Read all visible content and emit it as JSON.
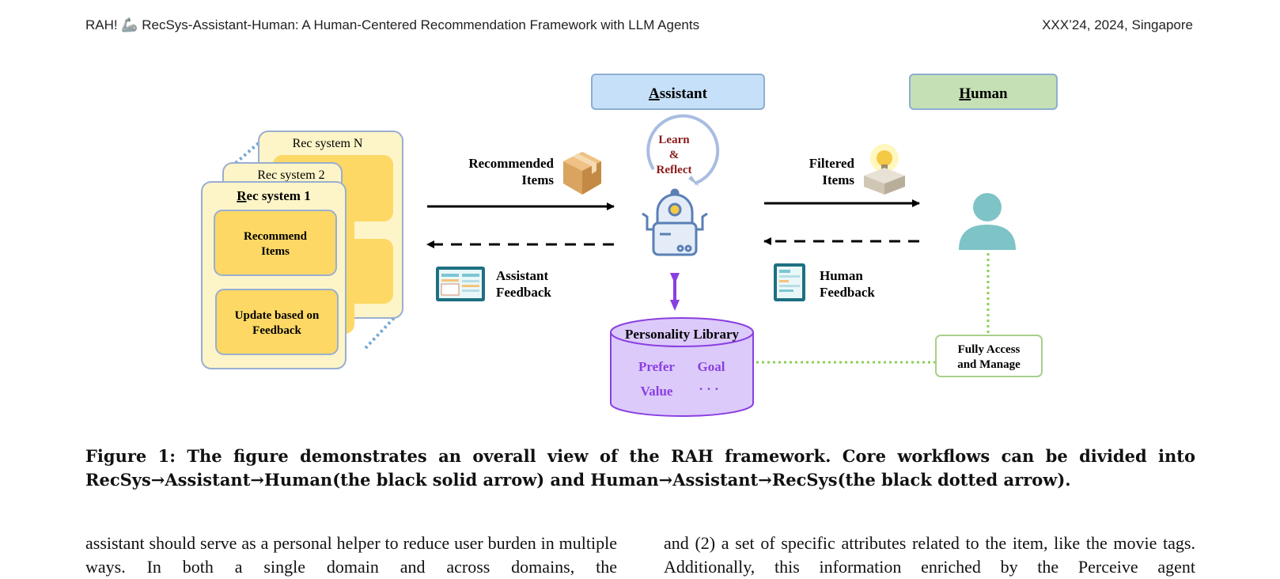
{
  "header": {
    "left": "RAH! 🦾 RecSys-Assistant-Human: A Human-Centered Recommendation Framework with LLM Agents",
    "right": "XXX’24, 2024, Singapore"
  },
  "figure": {
    "assistant_label_initial": "A",
    "assistant_label_rest": "ssistant",
    "human_label_initial": "H",
    "human_label_rest": "uman",
    "rec_system_n": "Rec system N",
    "rec_system_2": "Rec system 2",
    "rec_system_1_initial": "R",
    "rec_system_1_rest": "ec system 1",
    "recommend_items_line1": "Recommend",
    "recommend_items_line2": "Items",
    "update_line1": "Update based on",
    "update_line2": "Feedback",
    "recommended_items_line1": "Recommended",
    "recommended_items_line2": "Items",
    "assistant_feedback_line1": "Assistant",
    "assistant_feedback_line2": "Feedback",
    "learn_line1": "Learn",
    "learn_line2": "&",
    "learn_line3": "Reflect",
    "filtered_items_line1": "Filtered",
    "filtered_items_line2": "Items",
    "human_feedback_line1": "Human",
    "human_feedback_line2": "Feedback",
    "personality_library": "Personality Library",
    "prefer": "Prefer",
    "goal": "Goal",
    "value": "Value",
    "ellipsis": "· · ·",
    "access_line1": "Fully Access",
    "access_line2": "and Manage"
  },
  "caption": "Figure 1: The figure demonstrates an overall view of the RAH framework. Core workflows can be divided into RecSys→Assistant→Human(the black solid arrow) and Human→Assistant→RecSys(the black dotted arrow).",
  "body": {
    "left": "assistant should serve as a personal helper to reduce user burden in multiple ways. In both a single domain and across domains, the",
    "right": "and (2) a set of specific attributes related to the item, like the movie tags. Additionally, this information enriched by the Perceive agent"
  },
  "colors": {
    "assistant_box": "#c5e0f8",
    "human_box": "#c5e0b4",
    "rec_card": "#fdf5c8",
    "rec_inner": "#fdd865",
    "library": "#dccafb",
    "library_text": "#8a3fe0",
    "learn_text": "#8b1a1a",
    "person": "#7ec3c6",
    "dotted_green": "#8ccf5a"
  }
}
